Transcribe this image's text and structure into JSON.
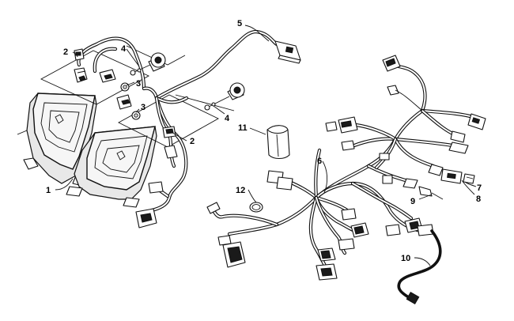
{
  "diagram": {
    "callouts": [
      {
        "id": "1",
        "label": "1"
      },
      {
        "id": "2a",
        "label": "2"
      },
      {
        "id": "2b",
        "label": "2"
      },
      {
        "id": "3a",
        "label": "3"
      },
      {
        "id": "3b",
        "label": "3"
      },
      {
        "id": "4a",
        "label": "4"
      },
      {
        "id": "4b",
        "label": "4"
      },
      {
        "id": "5",
        "label": "5"
      },
      {
        "id": "6",
        "label": "6"
      },
      {
        "id": "7",
        "label": "7"
      },
      {
        "id": "8",
        "label": "8"
      },
      {
        "id": "9",
        "label": "9"
      },
      {
        "id": "10",
        "label": "10"
      },
      {
        "id": "11",
        "label": "11"
      },
      {
        "id": "12",
        "label": "12"
      }
    ],
    "parts": [
      {
        "id": "headlight-left",
        "icon": "headlight-icon"
      },
      {
        "id": "headlight-right",
        "icon": "headlight-icon"
      },
      {
        "id": "bulb-socket",
        "icon": "bulb-socket-icon"
      },
      {
        "id": "bulb",
        "icon": "bulb-icon"
      },
      {
        "id": "adjuster-knob",
        "icon": "adjuster-knob-icon"
      },
      {
        "id": "headlight-harness",
        "icon": "wire-harness-icon"
      },
      {
        "id": "main-wiring-harness",
        "icon": "wire-harness-icon"
      },
      {
        "id": "connector-terminal",
        "icon": "terminal-icon"
      },
      {
        "id": "fuse",
        "icon": "fuse-icon"
      },
      {
        "id": "fuse-holder",
        "icon": "fuse-holder-icon"
      },
      {
        "id": "ground-wire",
        "icon": "ground-wire-icon"
      },
      {
        "id": "protective-sleeve",
        "icon": "sleeve-icon"
      },
      {
        "id": "cable-clamp",
        "icon": "clamp-icon"
      }
    ]
  }
}
